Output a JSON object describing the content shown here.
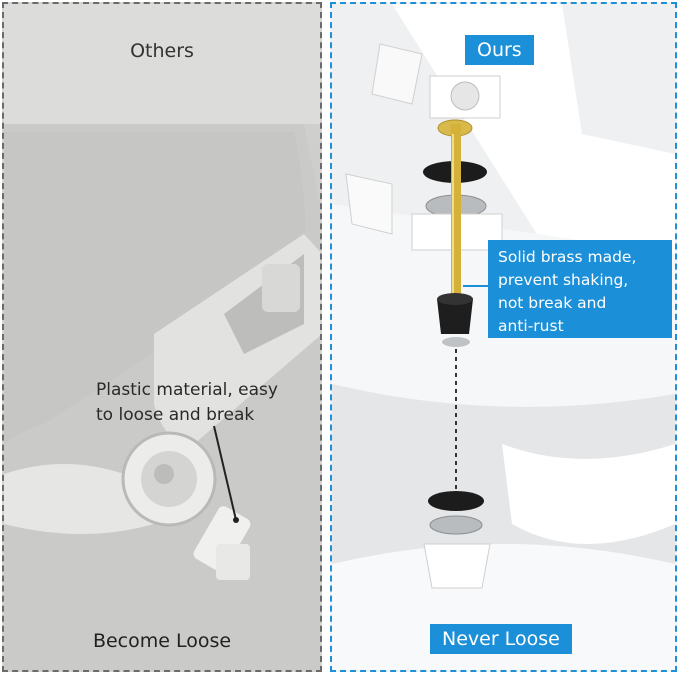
{
  "left_panel": {
    "title": "Others",
    "note_lines": [
      "Plastic material, easy",
      "to loose and break"
    ],
    "caption": "Become Loose"
  },
  "right_panel": {
    "title": "Ours",
    "callout_lines": [
      "Solid brass made,",
      "prevent shaking,",
      "not break and",
      "anti-rust"
    ],
    "caption": "Never Loose"
  },
  "colors": {
    "accent": "#1b8fd8",
    "left_border": "#6b6b6b",
    "brass": "#d4b23a"
  }
}
